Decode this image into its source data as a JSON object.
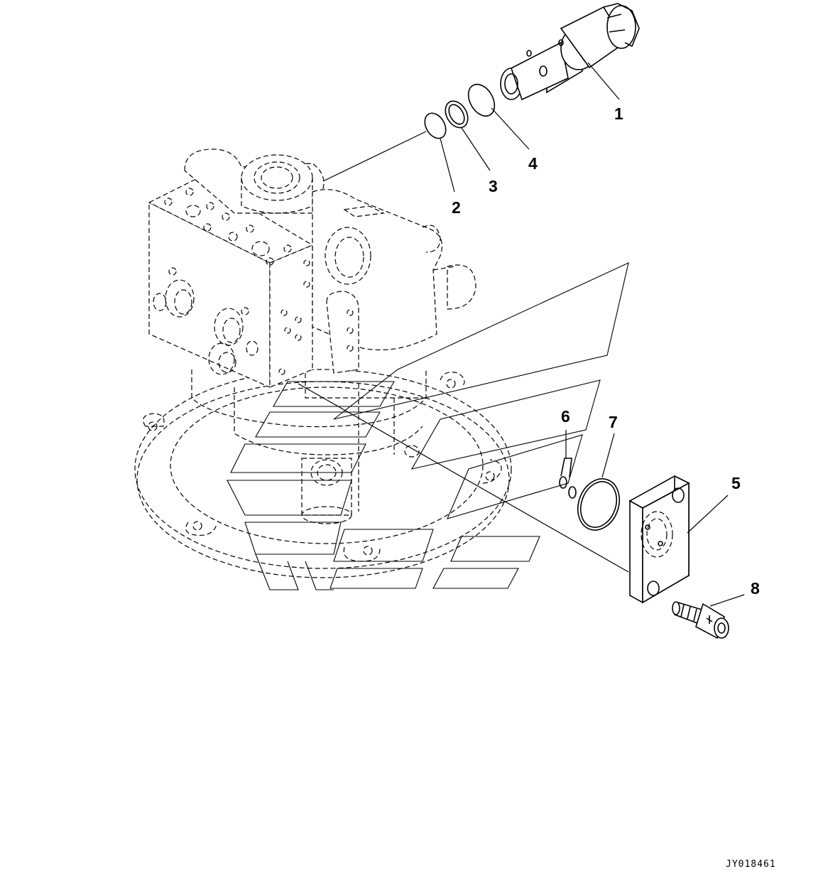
{
  "figure_code": "JY018461",
  "callouts": [
    {
      "number": "1"
    },
    {
      "number": "2"
    },
    {
      "number": "3"
    },
    {
      "number": "4"
    },
    {
      "number": "5"
    },
    {
      "number": "6"
    },
    {
      "number": "7"
    },
    {
      "number": "8"
    }
  ]
}
